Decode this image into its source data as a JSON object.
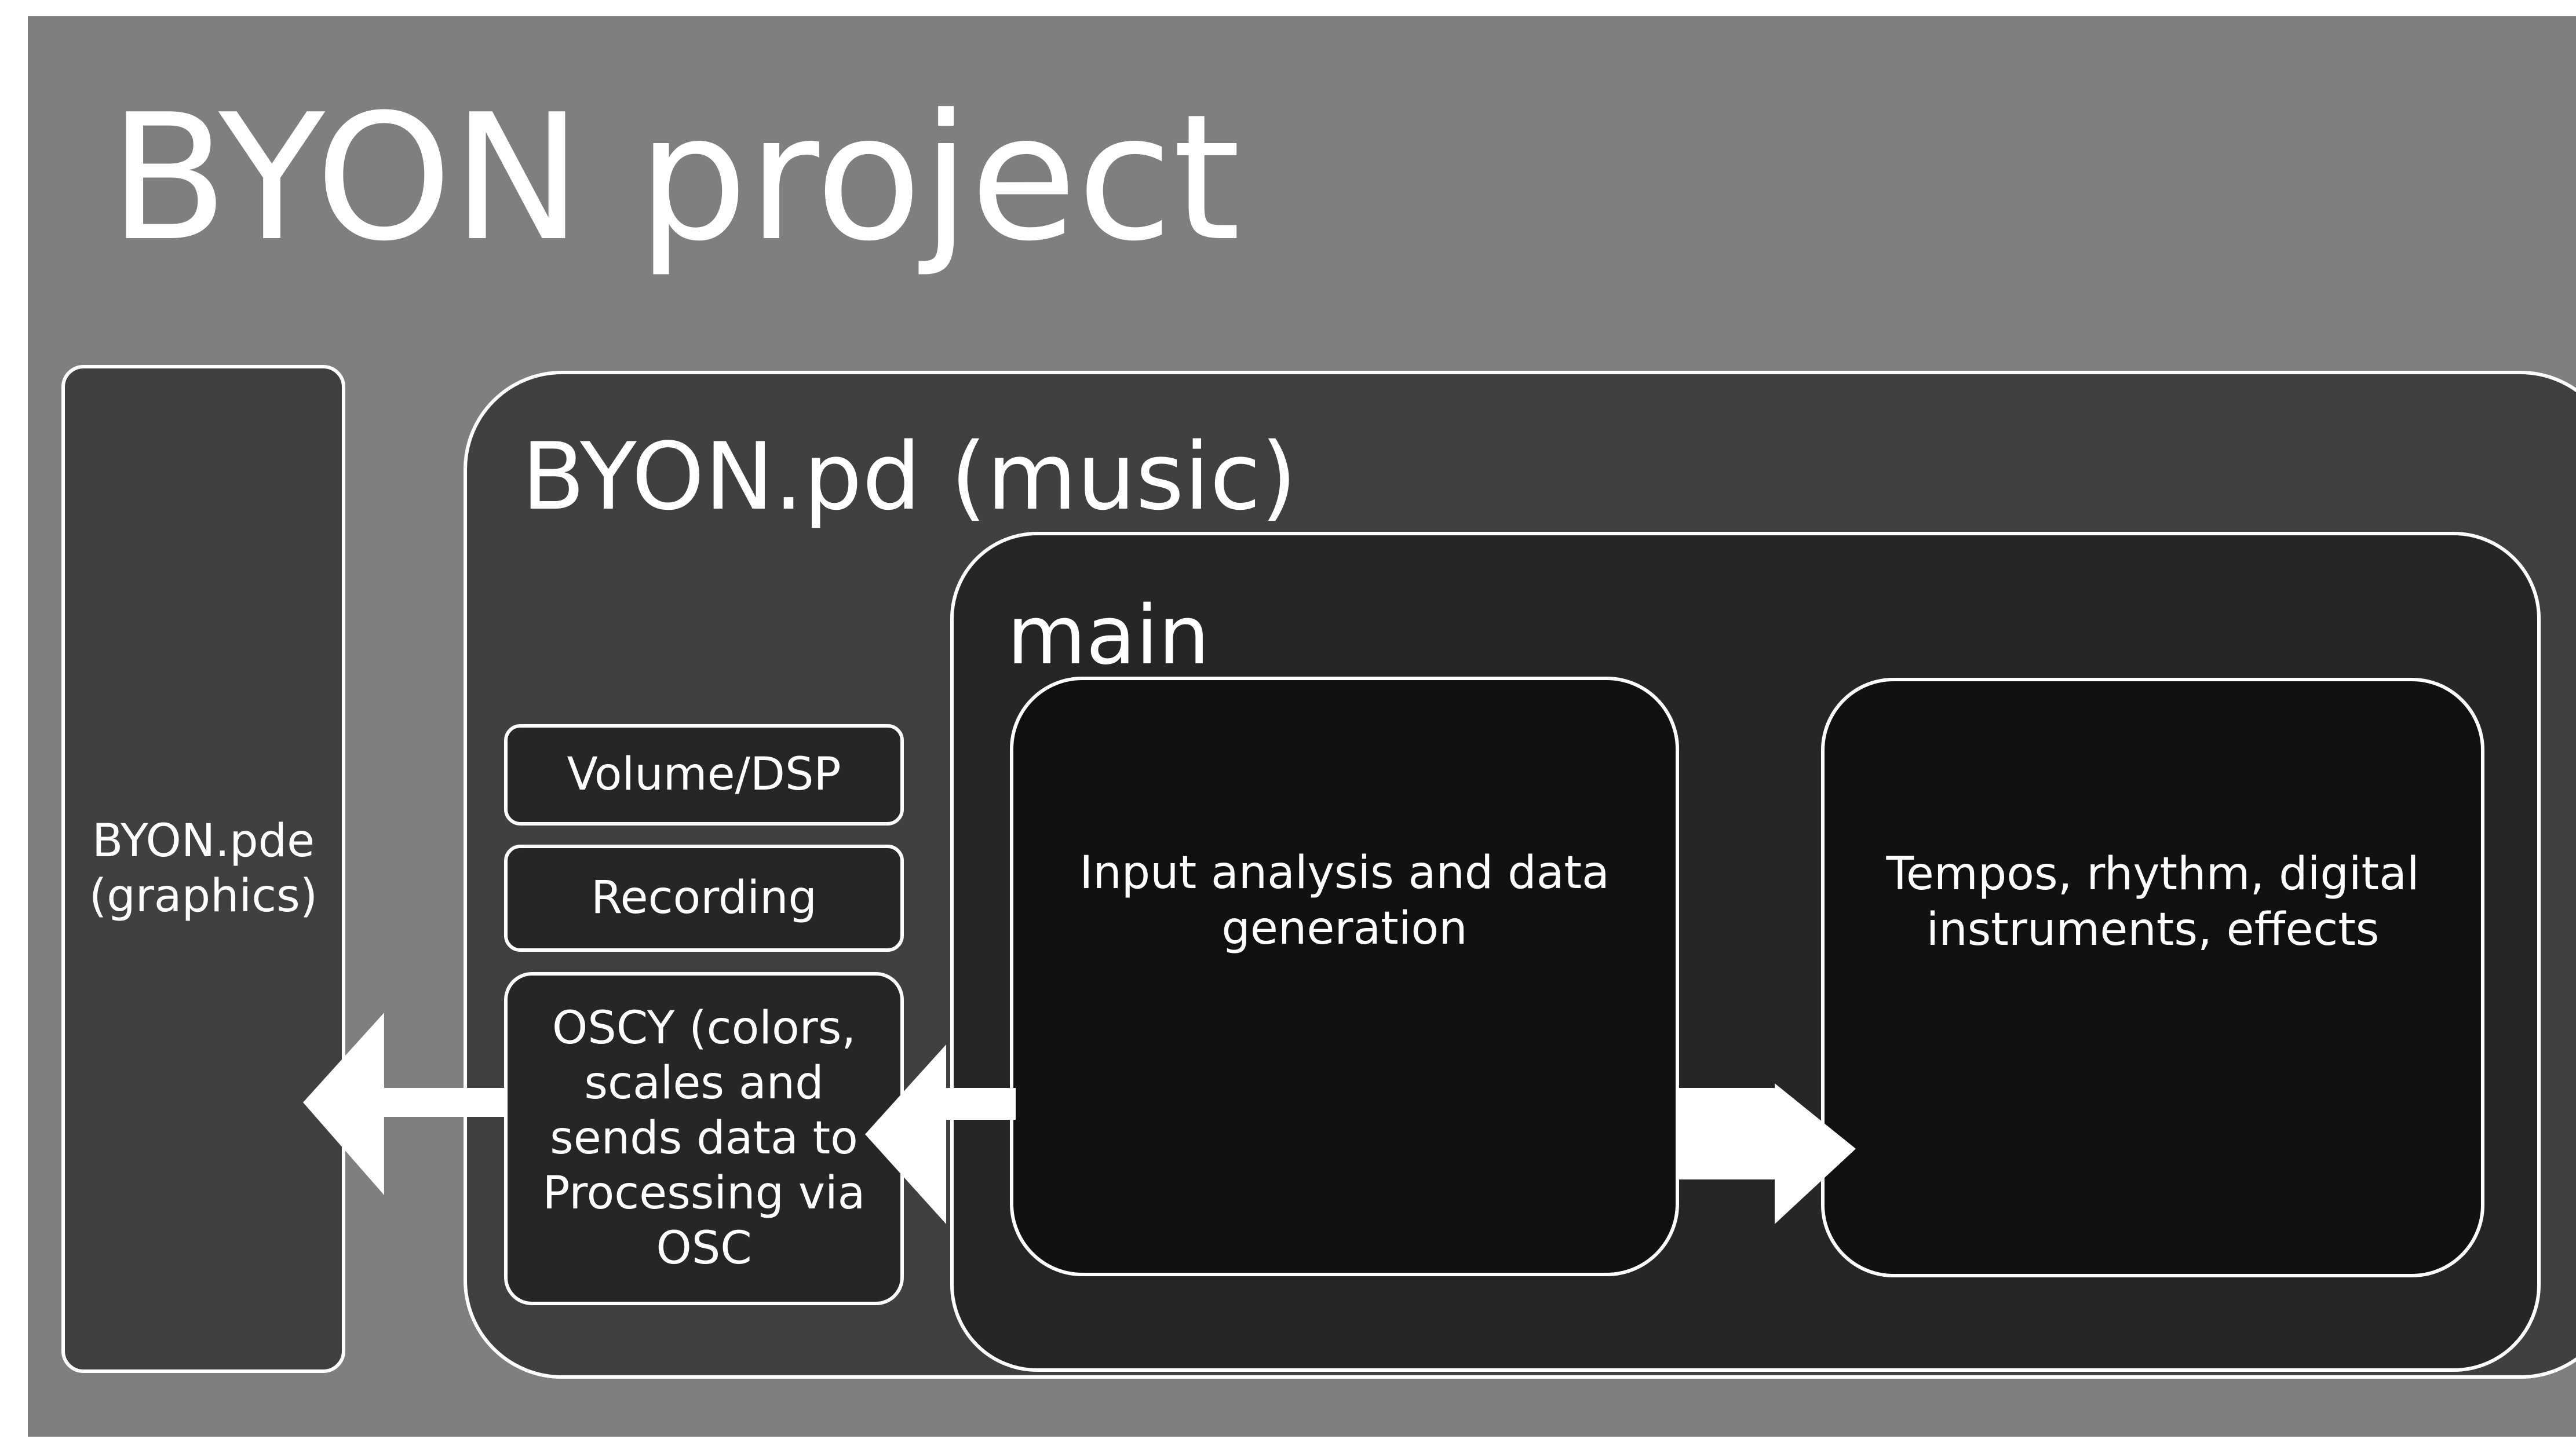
{
  "title": "BYON project",
  "boxes": {
    "pde": "BYON.pde (graphics)",
    "pd_title": "BYON.pd (music)",
    "volume": "Volume/DSP",
    "recording": "Recording",
    "oscy": "OSCY (colors, scales and sends data to Processing via OSC",
    "main_title": "main",
    "input_analysis": "Input analysis and data generation",
    "tempos": "Tempos, rhythm, digital instruments, effects"
  },
  "colors": {
    "slide_bg": "#7f7f7f",
    "outer_box": "#404040",
    "inner_box": "#262626",
    "process_box": "#111111",
    "stroke": "#ffffff"
  },
  "arrows": [
    {
      "from": "oscy",
      "to": "pde",
      "direction": "left"
    },
    {
      "from": "input_analysis",
      "to": "oscy",
      "direction": "left"
    },
    {
      "from": "input_analysis",
      "to": "tempos",
      "direction": "right"
    }
  ]
}
